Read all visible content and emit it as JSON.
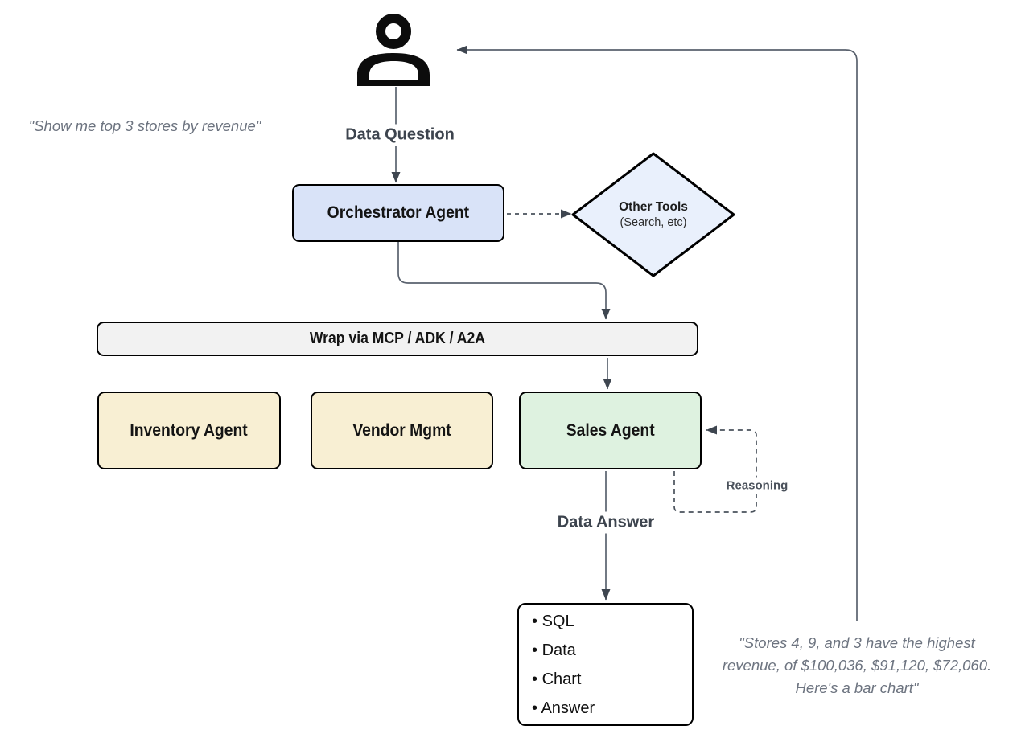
{
  "quotes": {
    "user": "\"Show me top 3 stores by revenue\"",
    "assistant_line1": "\"Stores 4, 9, and 3 have the highest",
    "assistant_line2": "revenue, of $100,036, $91,120, $72,060.",
    "assistant_line3": "Here's a bar chart\""
  },
  "labels": {
    "data_question": "Data Question",
    "data_answer": "Data Answer",
    "reasoning": "Reasoning"
  },
  "nodes": {
    "orchestrator": {
      "label": "Orchestrator Agent"
    },
    "other_tools": {
      "title": "Other Tools",
      "subtitle": "(Search, etc)"
    },
    "wrap": {
      "label": "Wrap via MCP / ADK / A2A"
    },
    "inventory": {
      "label": "Inventory Agent"
    },
    "vendor": {
      "label": "Vendor Mgmt"
    },
    "sales": {
      "label": "Sales Agent"
    },
    "output": {
      "items": [
        "SQL",
        "Data",
        "Chart",
        "Answer"
      ]
    }
  },
  "icons": {
    "user": "user-icon"
  },
  "colors": {
    "connector": "#5a626e",
    "dashed_connector": "#4a525c",
    "arrowhead": "#3e4650",
    "node_border": "#000000",
    "label_text": "#3d444e",
    "quote_text": "#6d7480",
    "node_fills": {
      "orchestrator-agent-node": "#d9e3f8",
      "other-tools-diamond-shape": "#e9f0fc",
      "wrap-bar-node": "#f2f2f2",
      "inventory-agent-node": "#f8efd3",
      "vendor-mgmt-node": "#f8efd3",
      "sales-agent-node": "#def2e0",
      "output-node": "#ffffff"
    }
  }
}
